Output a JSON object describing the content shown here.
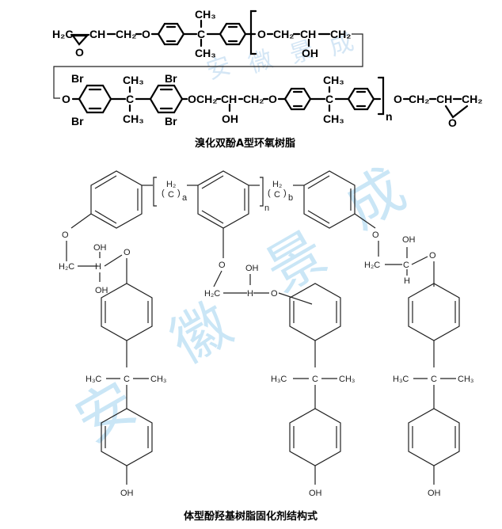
{
  "diagram_top": {
    "caption": "溴化双酚A型环氧树脂",
    "labels": {
      "h2c": "H₂C",
      "ch": "CH",
      "ch2": "CH₂",
      "o": "O",
      "ch3": "CH₃",
      "c": "C",
      "oh": "OH",
      "br": "Br",
      "n": "n"
    }
  },
  "diagram_bottom": {
    "caption": "体型酚羟基树脂固化剂结构式",
    "labels": {
      "oh": "OH",
      "o": "O",
      "h3c": "H₃C",
      "ch3": "CH₃",
      "h2c": "H₂C",
      "h": "H",
      "c": "C",
      "h2": "H₂",
      "a": "a",
      "b": "b",
      "n": "n"
    }
  },
  "watermark": {
    "top_chars": [
      "安",
      "微",
      "景",
      "成"
    ],
    "bottom_chars": [
      "安",
      "徽",
      "景",
      "成"
    ]
  }
}
